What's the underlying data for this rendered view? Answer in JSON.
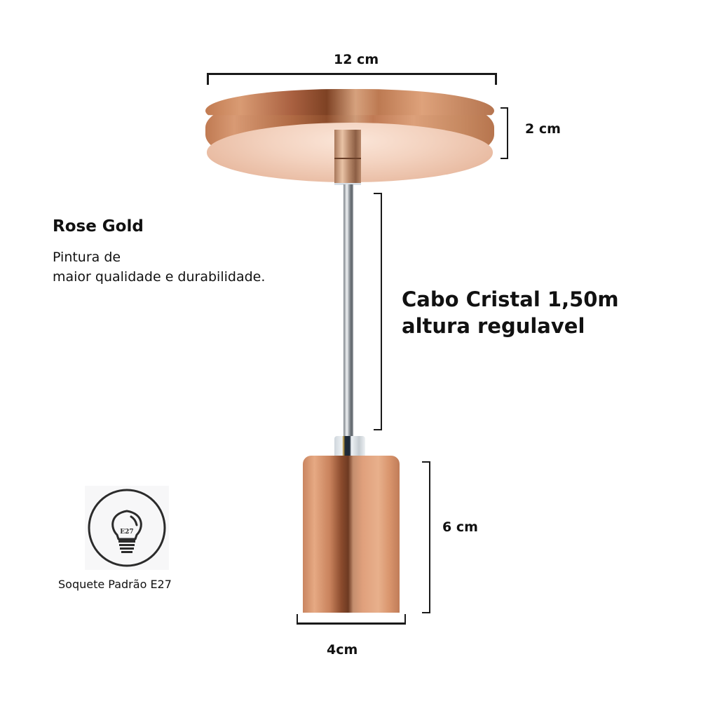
{
  "product": {
    "finish_title": "Rose Gold",
    "finish_description_line1": "Pintura de",
    "finish_description_line2": "maior qualidade e durabilidade.",
    "cable_line1": "Cabo Cristal 1,50m",
    "cable_line2": "altura regulavel",
    "socket_label": "Soquete Padrão E27",
    "bulb_icon_text": "E27"
  },
  "dimensions": {
    "canopy_width": "12 cm",
    "canopy_height": "2 cm",
    "socket_height": "6 cm",
    "socket_width": "4cm"
  },
  "colors": {
    "rose_gold": "#c98560",
    "chrome": "#cfd6dc",
    "text": "#111111",
    "background": "#ffffff"
  }
}
